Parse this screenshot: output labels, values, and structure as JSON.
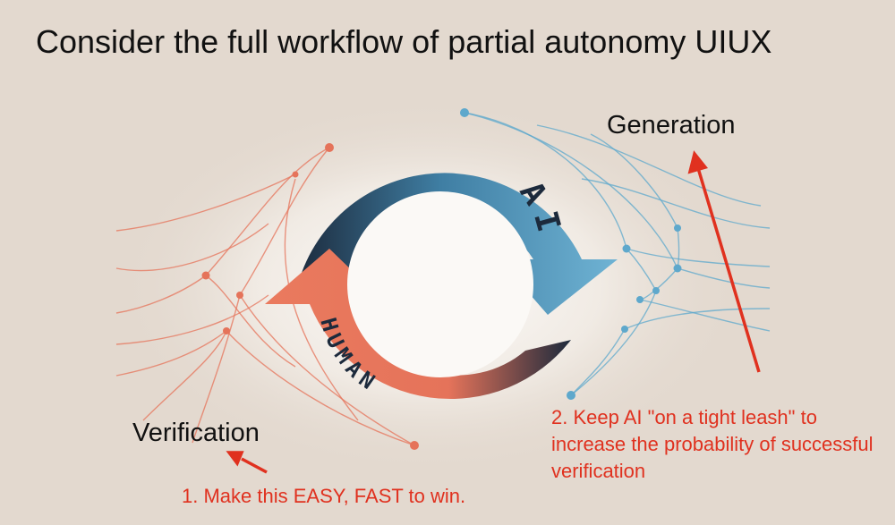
{
  "title": "Consider the full workflow of partial autonomy UIUX",
  "cycle": {
    "ai_label": "AI",
    "human_label": "HUMAN"
  },
  "labels": {
    "generation": "Generation",
    "verification": "Verification"
  },
  "notes": {
    "note1": "1. Make this EASY, FAST to win.",
    "note2": "2. Keep AI \"on a tight leash\" to increase the probability of successful verification"
  },
  "colors": {
    "background": "#e3d9cf",
    "ai_blue": "#5ea8cc",
    "ai_dark": "#1c2a3c",
    "human_coral": "#e5735a",
    "annotation_red": "#e0311f"
  }
}
